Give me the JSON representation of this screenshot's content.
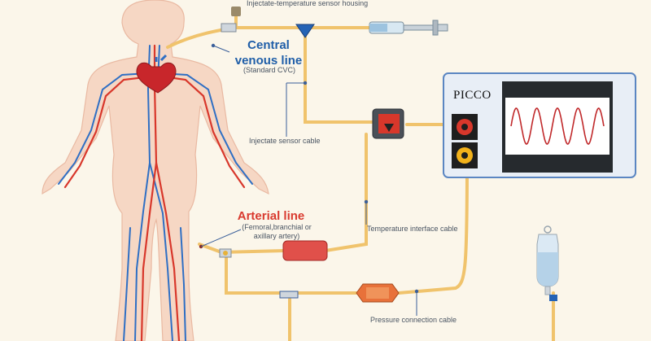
{
  "labels": {
    "housing": "Injectate-temperature sensor housing",
    "central_title_1": "Central",
    "central_title_2": "venous line",
    "central_sub": "(Standard CVC)",
    "injectate_cable": "Injectate sensor cable",
    "arterial_title": "Arterial line",
    "arterial_sub_1": "(Femoral,branchial or",
    "arterial_sub_2": "axillary artery)",
    "temp_cable": "Temperature interface cable",
    "pressure_cable": "Pressure connection cable",
    "picco": "PICCO"
  },
  "colors": {
    "background": "#fbf6ea",
    "tube": "#f0c36c",
    "vein": "#2f6fc4",
    "artery": "#d8372b",
    "monitor_frame": "#e8eef6",
    "monitor_border": "#5b86c2",
    "waveform": "#c0282a",
    "skin": "#f6d7c4"
  },
  "icons": {
    "monitor": "picco-monitor-icon",
    "syringe": "syringe-icon",
    "iv_bag": "iv-bag-icon",
    "heart": "heart-icon"
  }
}
